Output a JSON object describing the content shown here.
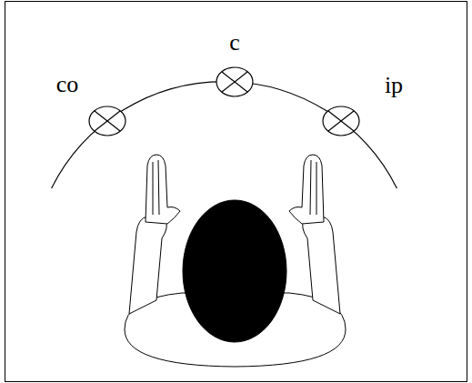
{
  "diagram": {
    "labels": [
      "co",
      "c",
      "ip"
    ]
  }
}
